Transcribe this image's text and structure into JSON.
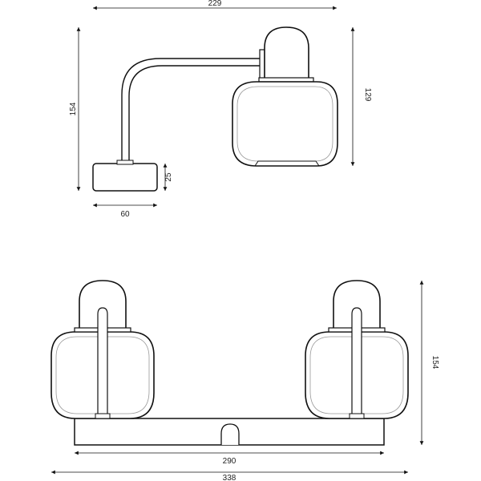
{
  "colors": {
    "line": "#111111",
    "glass": "#999999",
    "background": "#ffffff"
  },
  "side_view": {
    "width": "229",
    "height": "154",
    "shade_height": "129",
    "base_height": "25",
    "base_width": "60"
  },
  "front_view": {
    "height": "154",
    "base_length": "290",
    "overall_length": "338"
  }
}
